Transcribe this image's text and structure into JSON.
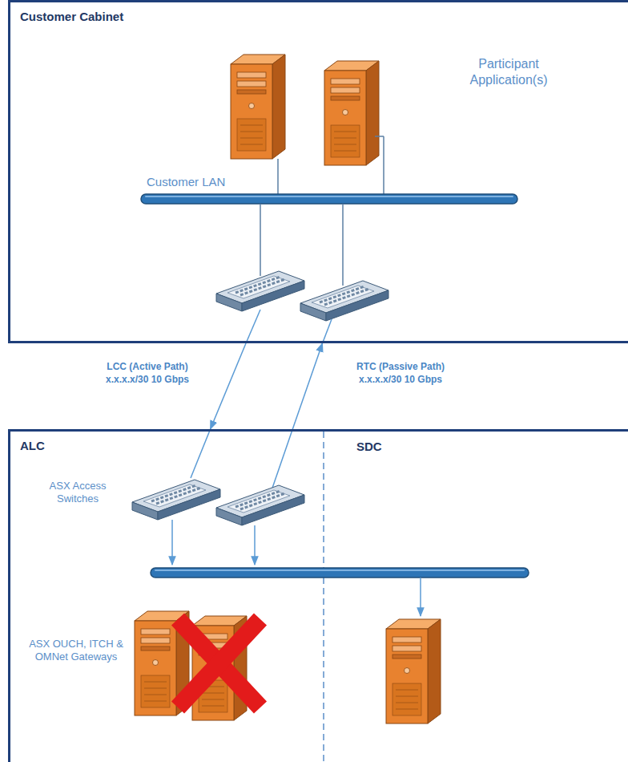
{
  "diagram": {
    "nodes": [
      {
        "text": [
          "Customer Cabinet"
        ]
      },
      {
        "text": [
          "ALC"
        ]
      }
    ],
    "edges": [
      {
        "from": 0,
        "to": 1,
        "arrow": "to",
        "label": "LCC (Active Path) x.x.x.x/30 10 Gbps"
      },
      {
        "from": 1,
        "to": 0,
        "arrow": "to",
        "label": "RTC (Passive Path) x.x.x.x/30 10 Gbps"
      }
    ],
    "labels": [
      "Participant Application(s)",
      "Customer LAN",
      "ASX Access Switches",
      "SDC",
      "ASX OUCH, ITCH & OMNet Gateways"
    ]
  }
}
